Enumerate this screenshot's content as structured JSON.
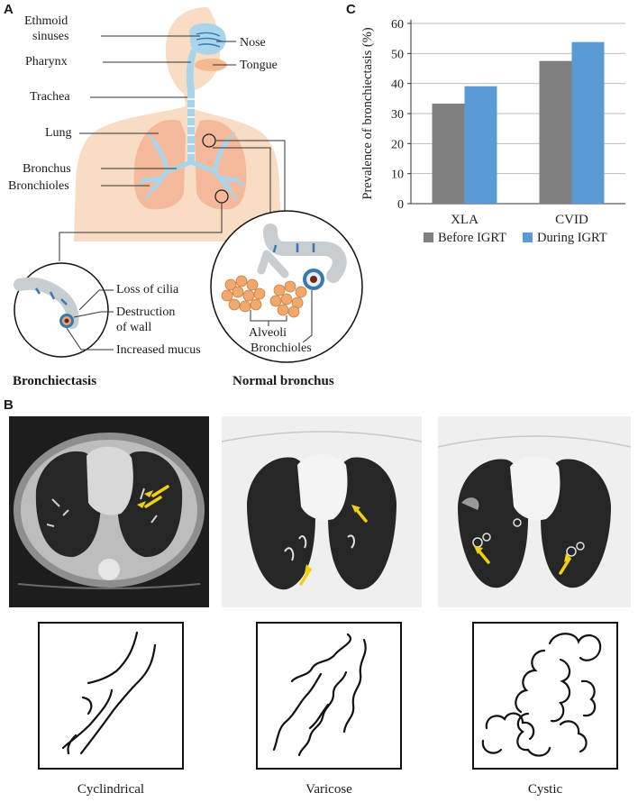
{
  "panels": {
    "a": "A",
    "b": "B",
    "c": "C"
  },
  "anatomy": {
    "ethmoid": "Ethmoid",
    "sinuses": "sinuses",
    "nose": "Nose",
    "pharynx": "Pharynx",
    "tongue": "Tongue",
    "trachea": "Trachea",
    "lung": "Lung",
    "bronchus": "Bronchus",
    "bronchioles": "Bronchioles"
  },
  "bronchiectasis_inset": {
    "loss_of_cilia": "Loss of cilia",
    "destruction": "Destruction",
    "of_wall": "of wall",
    "increased_mucus": "Increased mucus",
    "caption": "Bronchiectasis"
  },
  "normal_inset": {
    "alveoli": "Alveoli",
    "bronchioles": "Bronchioles",
    "caption": "Normal bronchus"
  },
  "sketch_captions": [
    "Cyclindrical",
    "Varicose",
    "Cystic"
  ],
  "colors": {
    "before": "#808080",
    "during": "#5b9bd5",
    "skin": "#f9dcc4",
    "lung": "#f4b99a",
    "airway": "#a8d4ec"
  },
  "chart_data": {
    "type": "bar",
    "categories": [
      "XLA",
      "CVID"
    ],
    "series": [
      {
        "name": "Before IGRT",
        "values": [
          33.3,
          47.5
        ],
        "color": "#808080"
      },
      {
        "name": "During IGRT",
        "values": [
          39.1,
          53.8
        ],
        "color": "#5b9bd5"
      }
    ],
    "ylabel": "Prevalence of bronchiectasis (%)",
    "ylim": [
      0,
      60
    ],
    "yticks": [
      0,
      10,
      20,
      30,
      40,
      50,
      60
    ],
    "grid": true,
    "legend": "bottom"
  }
}
